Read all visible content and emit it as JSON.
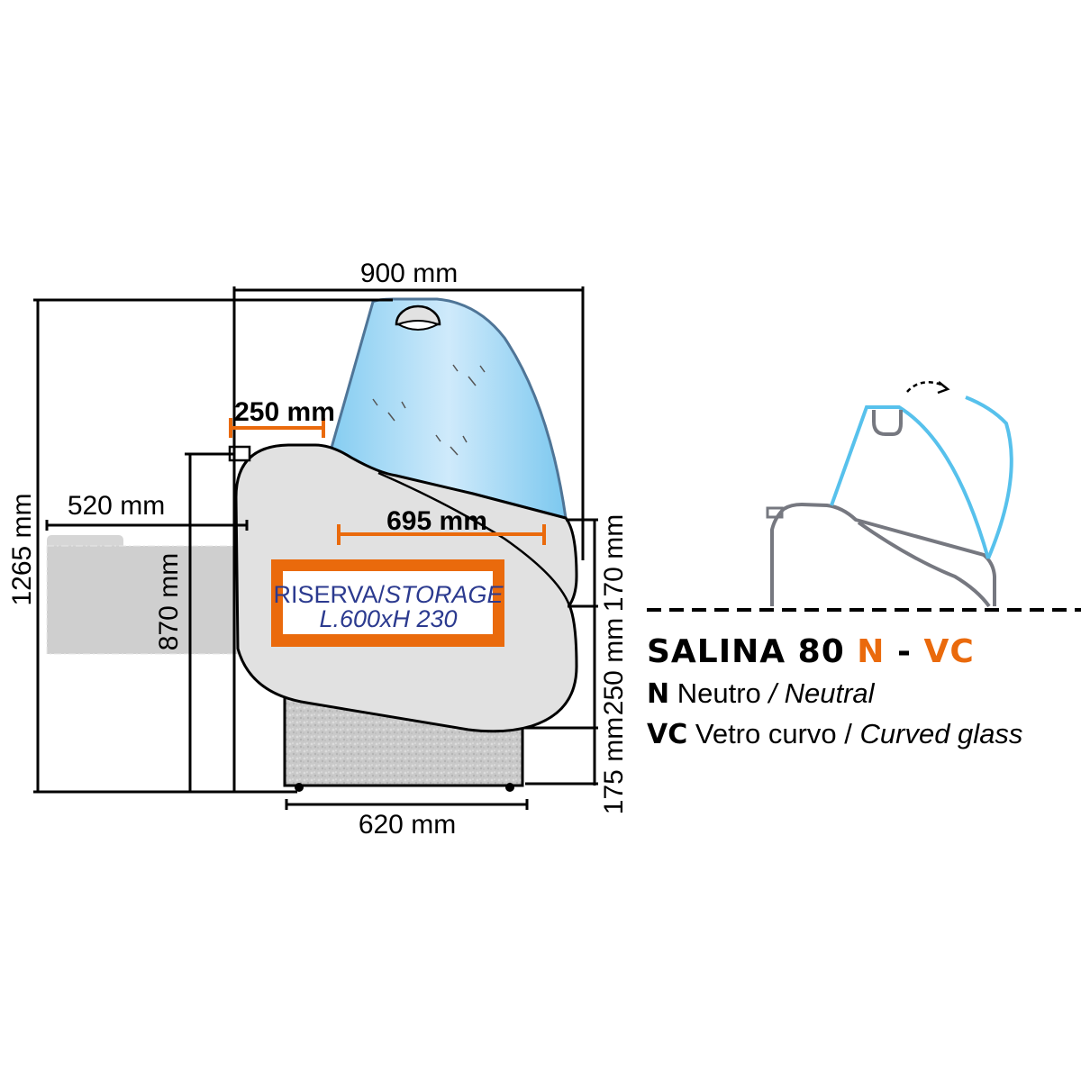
{
  "colors": {
    "accent": "#ea6a0c",
    "glass": "#8fd0f2",
    "glass_outline": "#4f7597",
    "body_fill": "#e1e1e1",
    "storage_text": "#2b3a8f",
    "icon_glass": "#57c1ec",
    "icon_body": "#767880"
  },
  "dimensions": {
    "overall_width": "900 mm",
    "overall_height": "1265 mm",
    "top_shelf_depth": "250 mm",
    "counter_overhang": "520 mm",
    "counter_height": "870 mm",
    "display_depth": "695 mm",
    "base_width": "620 mm",
    "height_upper": "170 mm",
    "height_middle": "250 mm",
    "height_base": "175 mm"
  },
  "storage_box": {
    "label_regular": "RISERVA/",
    "label_italic": "STORAGE",
    "size": "L.600xH 230"
  },
  "legend": {
    "model": "SALINA 80",
    "code_n": "N",
    "separator": "-",
    "code_vc": "VC",
    "rows": [
      {
        "code": "N",
        "italian": "Neutro",
        "english": "/ Neutral"
      },
      {
        "code": "VC",
        "italian": "Vetro curvo /",
        "english": "Curved glass"
      }
    ]
  },
  "icons": {
    "opening_arrow": "dashed-curved-arrow-icon",
    "lamp": "lamp-icon"
  }
}
